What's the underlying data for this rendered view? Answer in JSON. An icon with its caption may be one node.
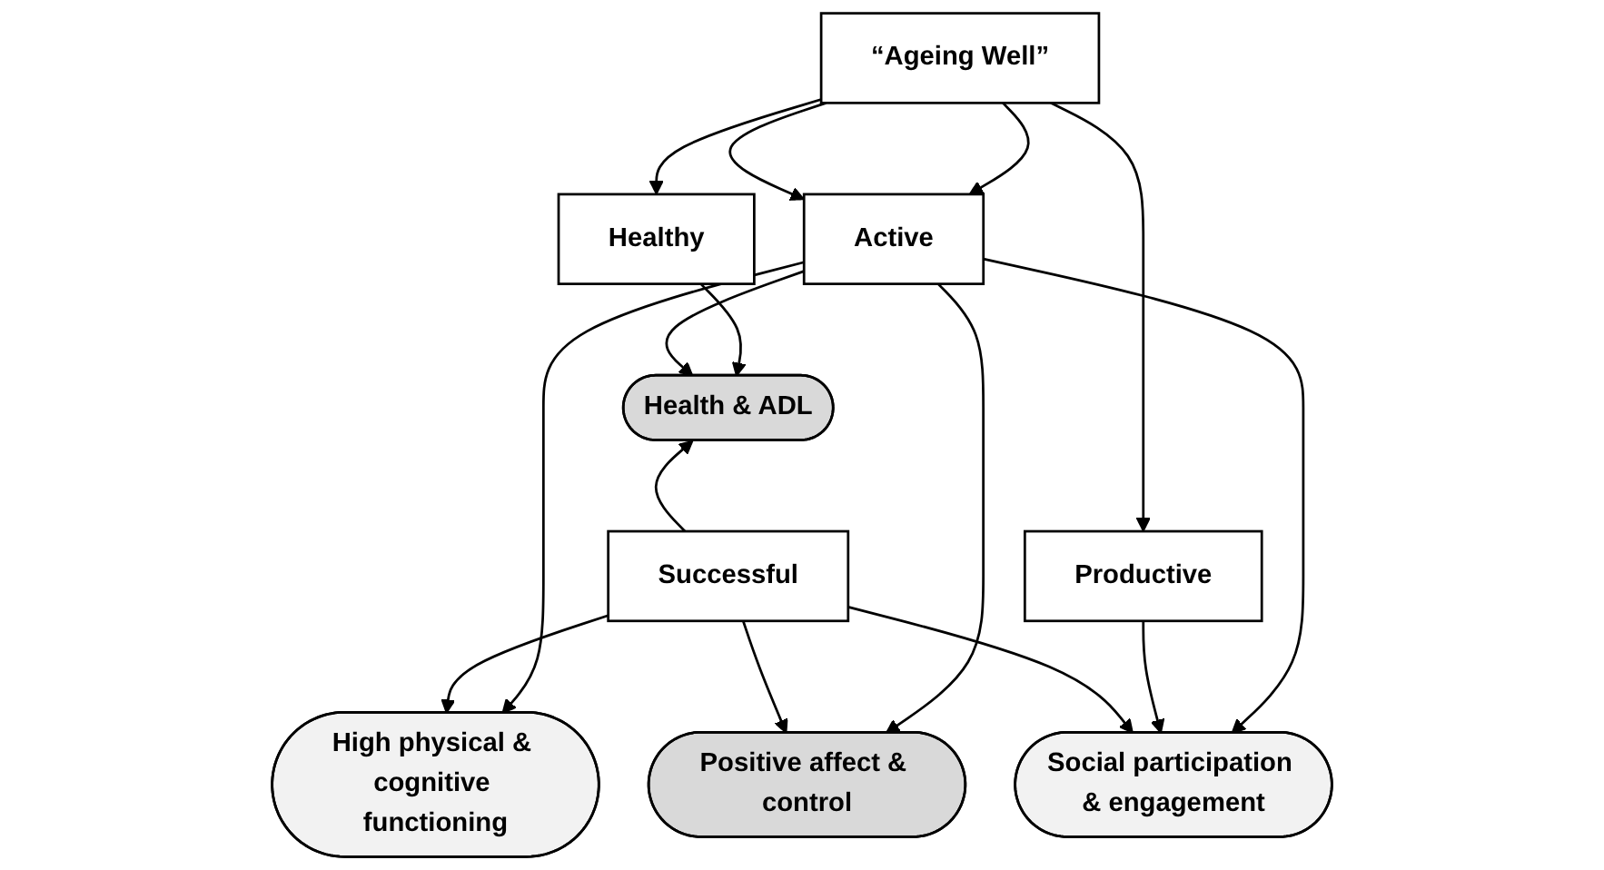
{
  "diagram": {
    "nodes": [
      {
        "text": [
          "“Ageing Well”"
        ]
      },
      {
        "text": [
          "Healthy"
        ]
      },
      {
        "text": [
          "Active"
        ]
      },
      {
        "text": [
          "Productive"
        ]
      },
      {
        "text": [
          "Health & ADL"
        ]
      },
      {
        "text": [
          "High physical & cognitive functioning"
        ]
      },
      {
        "text": [
          "Positive affect & control"
        ]
      },
      {
        "text": [
          "Social participation & engagement"
        ]
      },
      {
        "text": [
          "Successful"
        ]
      }
    ],
    "edges": [
      {
        "from": 0,
        "to": 1,
        "arrow": "to"
      },
      {
        "from": 0,
        "to": 2,
        "arrow": "to"
      },
      {
        "from": 0,
        "to": 2,
        "arrow": "to"
      },
      {
        "from": 0,
        "to": 3,
        "arrow": "to"
      },
      {
        "from": 1,
        "to": 4,
        "arrow": "to"
      },
      {
        "from": 2,
        "to": 4,
        "arrow": "to"
      },
      {
        "from": 2,
        "to": 5,
        "arrow": "to"
      },
      {
        "from": 2,
        "to": 6,
        "arrow": "to"
      },
      {
        "from": 2,
        "to": 7,
        "arrow": "to"
      },
      {
        "from": 3,
        "to": 7,
        "arrow": "to"
      },
      {
        "from": 8,
        "to": 4,
        "arrow": "to"
      },
      {
        "from": 8,
        "to": 5,
        "arrow": "to"
      },
      {
        "from": 8,
        "to": 6,
        "arrow": "to"
      },
      {
        "from": 8,
        "to": 7,
        "arrow": "to"
      }
    ]
  }
}
